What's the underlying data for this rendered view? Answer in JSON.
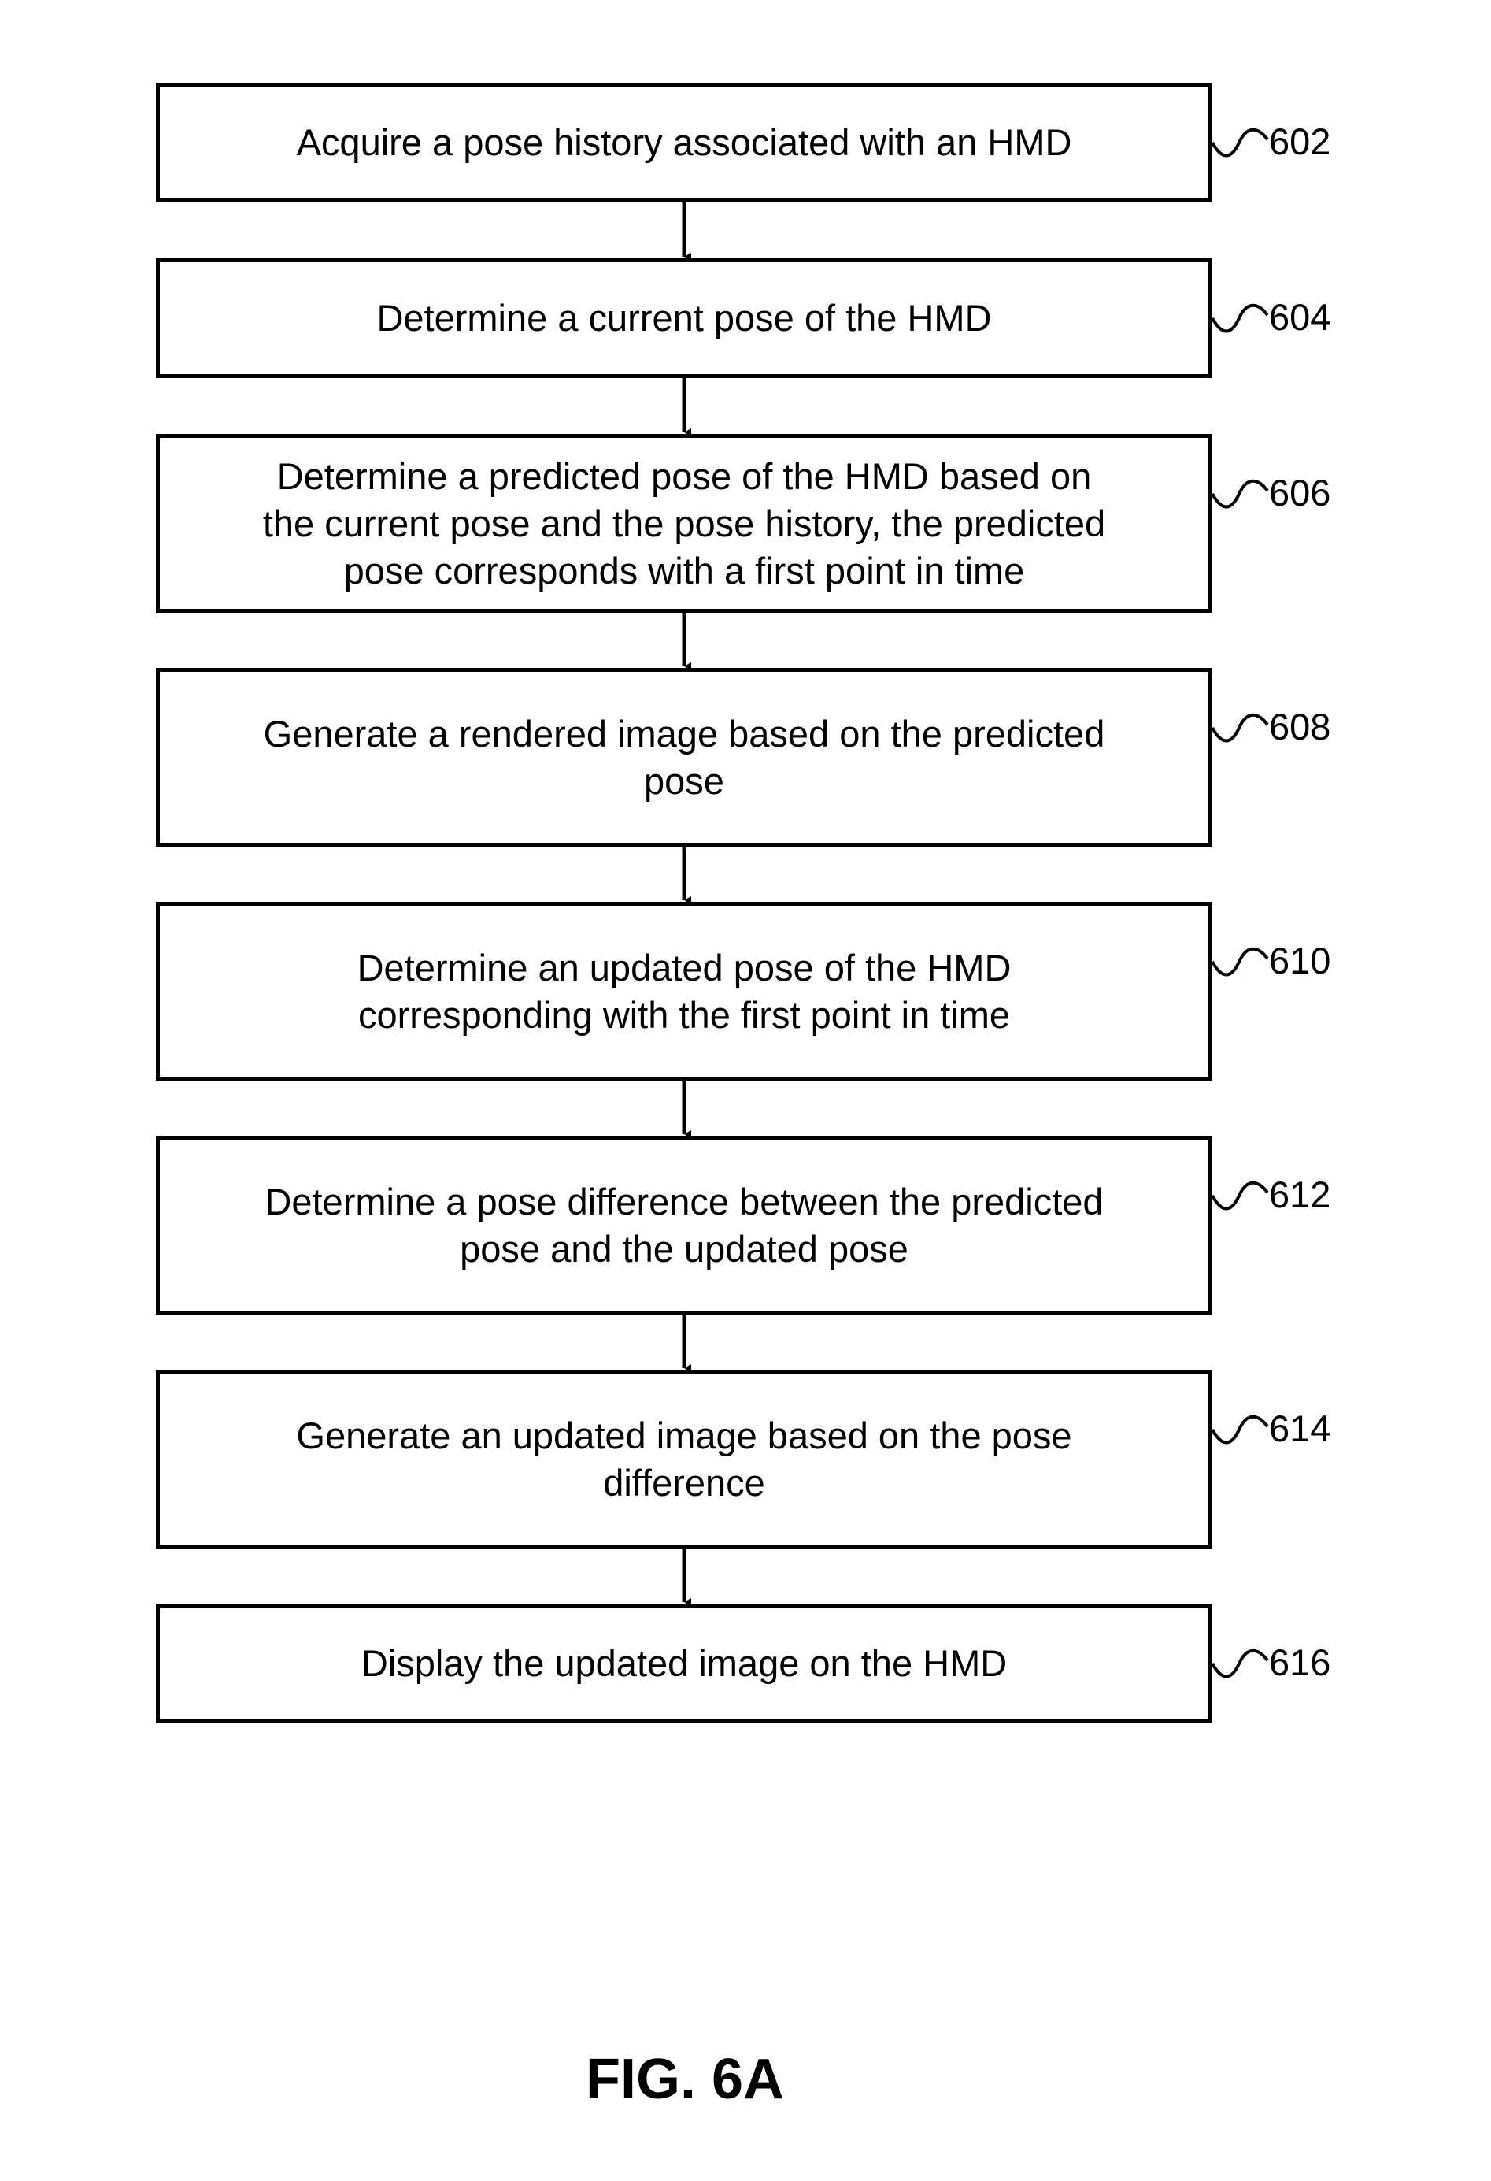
{
  "figure": {
    "caption": "FIG. 6A"
  },
  "steps": [
    {
      "ref": "602",
      "text": "Acquire a pose history associated with an HMD"
    },
    {
      "ref": "604",
      "text": "Determine a current pose of the HMD"
    },
    {
      "ref": "606",
      "text": "Determine a predicted pose of the HMD based on\nthe current pose and the pose history, the predicted\npose corresponds with a first point in time"
    },
    {
      "ref": "608",
      "text": "Generate a rendered image based on the predicted\npose"
    },
    {
      "ref": "610",
      "text": "Determine an updated pose of the HMD\ncorresponding with the first point in time"
    },
    {
      "ref": "612",
      "text": "Determine a pose difference between the predicted\npose and the updated pose"
    },
    {
      "ref": "614",
      "text": "Generate an updated image based on the pose\ndifference"
    },
    {
      "ref": "616",
      "text": "Display the updated image on the HMD"
    }
  ]
}
